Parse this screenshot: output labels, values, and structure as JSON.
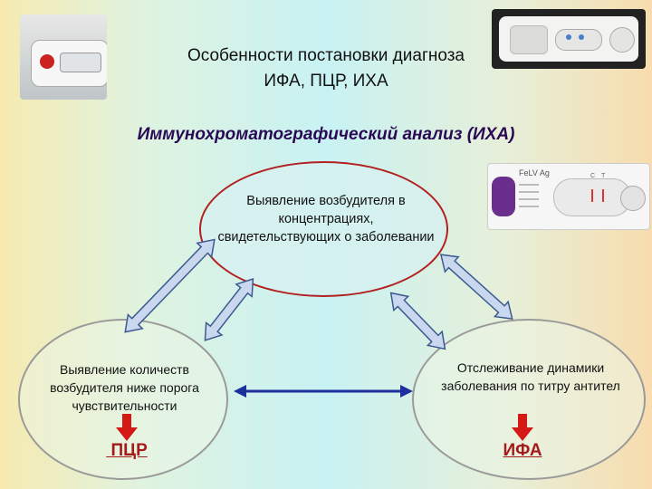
{
  "title": {
    "line1": "Особенности постановки диагноза",
    "line2": "ИФА, ПЦР, ИХА"
  },
  "subtitle": "Иммунохроматографический анализ (ИХА)",
  "top_node": {
    "text": "Выявление возбудителя в концентрациях, свидетельствующих о заболевании"
  },
  "left_node": {
    "text": "Выявление количеств возбудителя ниже порога чувствительности",
    "method": " ПЦР"
  },
  "right_node": {
    "text": "Отслеживание динамики заболевания по титру антител",
    "method": "ИФА"
  },
  "test_card": {
    "label": "FeLV Ag",
    "c_mark": "C",
    "t_mark": "T"
  },
  "colors": {
    "arrow_fill": "#c9d8ee",
    "arrow_stroke": "#3c5a8e",
    "center_arrow": "#1d2f9c",
    "down_arrow": "#d41a14",
    "top_ellipse_border": "#b32020",
    "method_text": "#a41b1b"
  }
}
